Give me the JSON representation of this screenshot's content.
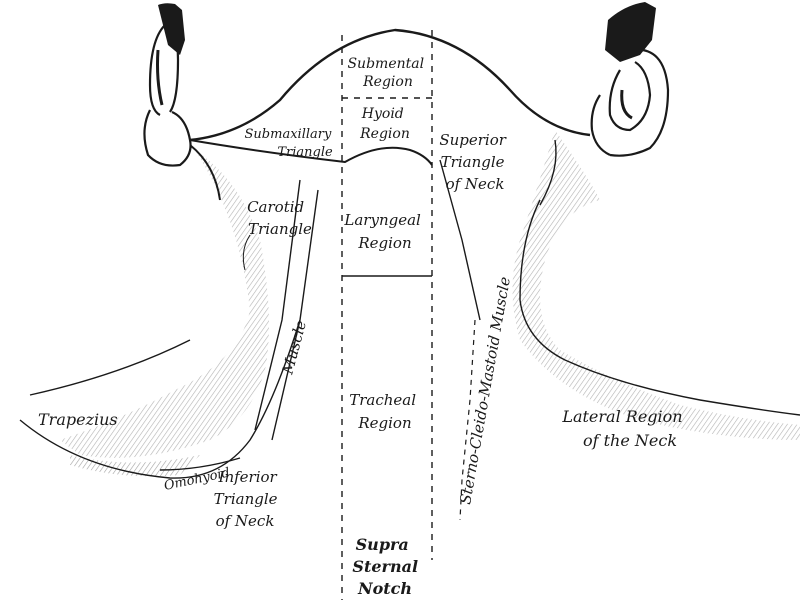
{
  "colors": {
    "ink": "#1a1a1a",
    "hatch": "#555555",
    "paper": "#ffffff"
  },
  "labels": {
    "submental": [
      "Submental",
      "Region"
    ],
    "hyoid": [
      "Hyoid",
      "Region"
    ],
    "submaxillary": [
      "Submaxillary",
      "Triangle"
    ],
    "superior": [
      "Superior",
      "Triangle",
      "of Neck"
    ],
    "carotid": [
      "Carotid",
      "Triangle"
    ],
    "laryngeal": [
      "Laryngeal",
      "Region"
    ],
    "sterno": "Sterno-Cleido-Mastoid Muscle",
    "muscle": "Muscle",
    "tracheal": [
      "Tracheal",
      "Region"
    ],
    "trapezius": "Trapezius",
    "lateral": [
      "Lateral Region",
      "of the Neck"
    ],
    "omohyoid": "Omohyoid",
    "inferior": [
      "Inferior",
      "Triangle",
      "of Neck"
    ],
    "suprasternal": [
      "Supra",
      "Sternal",
      "Notch"
    ]
  }
}
